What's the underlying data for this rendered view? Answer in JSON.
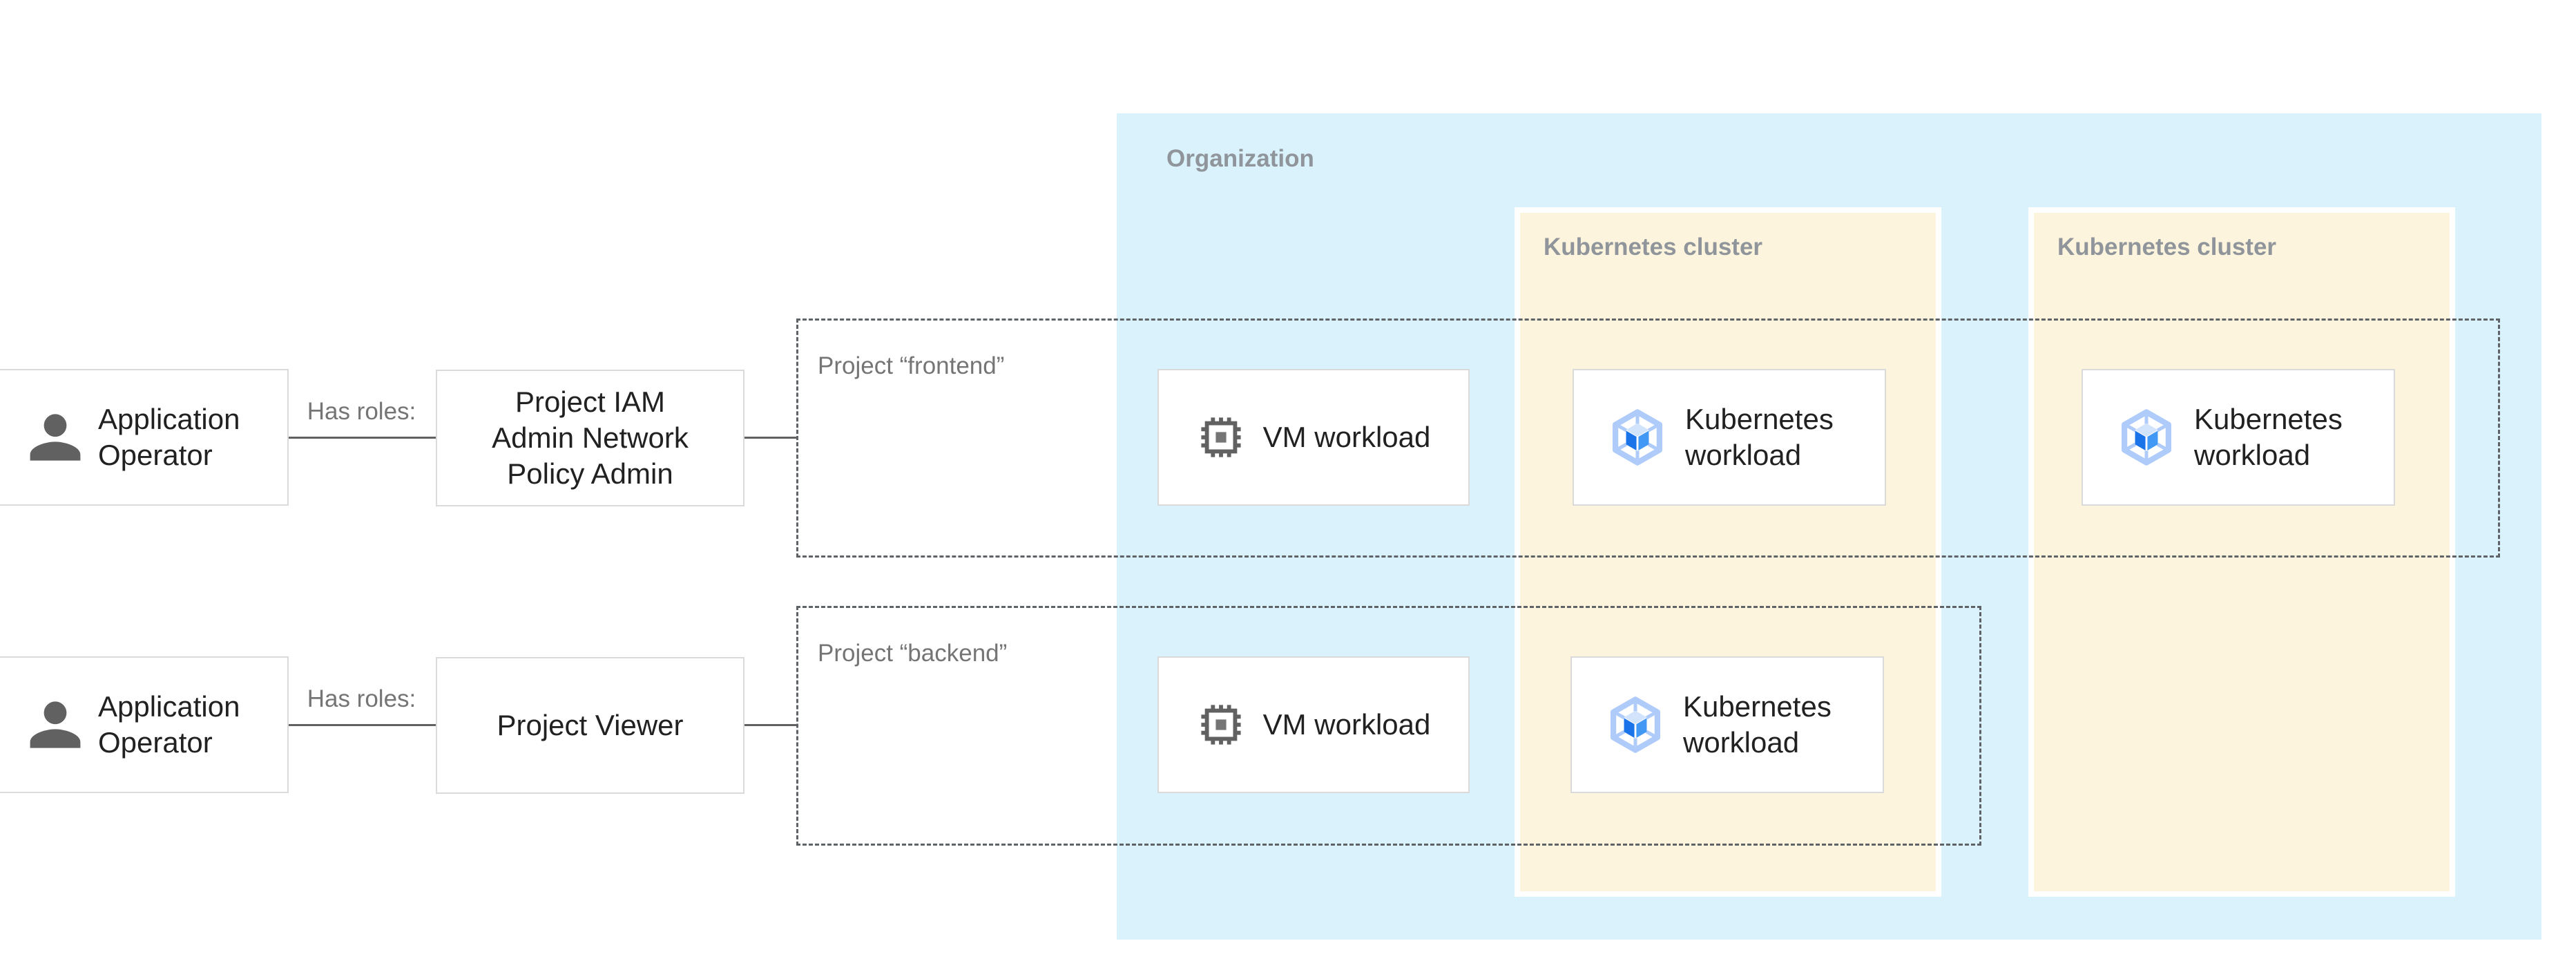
{
  "organization": {
    "label": "Organization"
  },
  "clusters": [
    {
      "label": "Kubernetes cluster"
    },
    {
      "label": "Kubernetes cluster"
    }
  ],
  "projects": {
    "frontend": {
      "label": "Project “frontend”"
    },
    "backend": {
      "label": "Project “backend”"
    }
  },
  "rows": [
    {
      "actor": "Application Operator",
      "relation_label": "Has roles:",
      "role": "Project IAM Admin Network Policy Admin"
    },
    {
      "actor": "Application Operator",
      "relation_label": "Has roles:",
      "role": "Project Viewer"
    }
  ],
  "workloads": {
    "vm": "VM workload",
    "kubernetes": "Kubernetes workload"
  },
  "icons": {
    "actor": "person-icon",
    "vm": "compute-engine-chip-icon",
    "kubernetes": "gke-hexagon-cube-icon"
  },
  "colors": {
    "organization_fill": "#D9F2FB",
    "cluster_fill": "#FCF4DC",
    "cluster_border": "#FFFFFF",
    "node_border": "#DADADA",
    "dashed_border": "#5F6368",
    "connector": "#616161",
    "small_label_gray": "#757575",
    "zone_label_gray": "#8F959A",
    "text_dark": "#212121",
    "icon_gray": "#616161",
    "gke_light_blue": "#AECBFA",
    "gke_pale_blue": "#D2E3FC",
    "gke_left_face_blue": "#1A73E8",
    "gke_right_face_blue": "#4298F5"
  }
}
